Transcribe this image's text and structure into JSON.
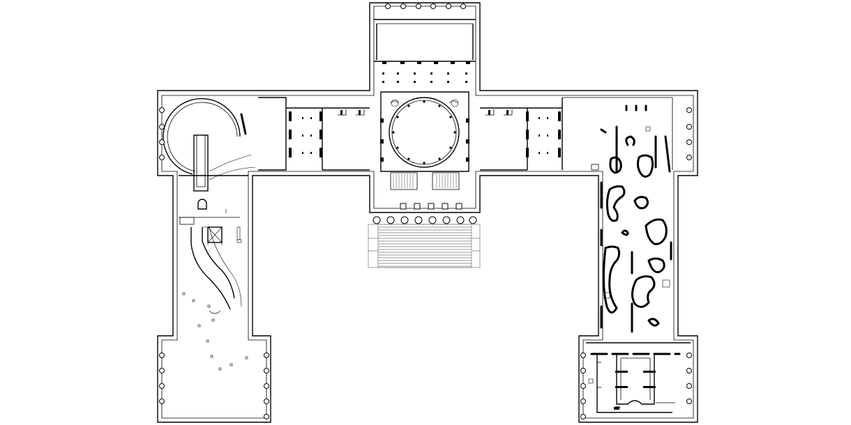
{
  "drawing": {
    "type": "architectural floor plan",
    "lines": "black on white",
    "colors": {
      "ink": "#000000",
      "paper": "#ffffff",
      "stair_hatch": "#777777"
    },
    "wings": [
      "north-portico",
      "central-rotunda",
      "west-wing",
      "east-wing",
      "southwest-arm",
      "southeast-arm"
    ],
    "text_labels": []
  }
}
